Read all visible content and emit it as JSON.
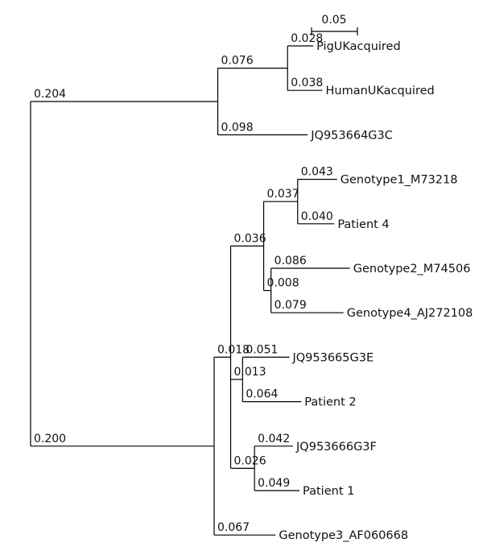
{
  "scale_bar": {
    "label": "0.05",
    "value": 0.05
  },
  "tree": {
    "branch_length": 0.0,
    "children": [
      {
        "branch_length": 0.204,
        "children": [
          {
            "branch_length": 0.076,
            "children": [
              {
                "branch_length": 0.028,
                "name": "PigUKacquired"
              },
              {
                "branch_length": 0.038,
                "name": "HumanUKacquired"
              }
            ]
          },
          {
            "branch_length": 0.098,
            "name": "JQ953664G3C"
          }
        ]
      },
      {
        "branch_length": 0.2,
        "children": [
          {
            "branch_length": 0.018,
            "children": [
              {
                "branch_length": 0.036,
                "children": [
                  {
                    "branch_length": 0.037,
                    "children": [
                      {
                        "branch_length": 0.043,
                        "name": "Genotype1_M73218"
                      },
                      {
                        "branch_length": 0.04,
                        "name": "Patient 4"
                      }
                    ]
                  },
                  {
                    "branch_length": 0.008,
                    "children": [
                      {
                        "branch_length": 0.086,
                        "name": "Genotype2_M74506"
                      },
                      {
                        "branch_length": 0.079,
                        "name": "Genotype4_AJ272108"
                      }
                    ]
                  }
                ]
              },
              {
                "branch_length": 0.013,
                "children": [
                  {
                    "branch_length": 0.051,
                    "name": "JQ953665G3E"
                  },
                  {
                    "branch_length": 0.064,
                    "name": "Patient 2"
                  }
                ]
              },
              {
                "branch_length": 0.026,
                "children": [
                  {
                    "branch_length": 0.042,
                    "name": "JQ953666G3F"
                  },
                  {
                    "branch_length": 0.049,
                    "name": "Patient 1"
                  }
                ]
              }
            ]
          },
          {
            "branch_length": 0.067,
            "name": "Genotype3_AF060668"
          }
        ]
      }
    ]
  }
}
